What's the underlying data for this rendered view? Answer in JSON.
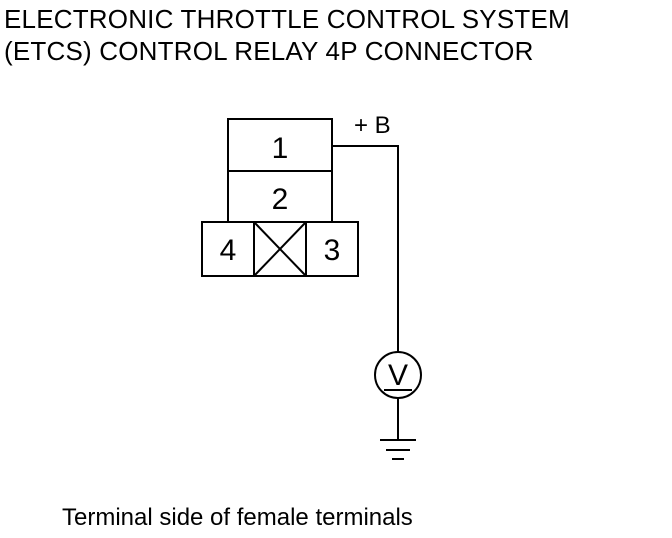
{
  "title": {
    "line1": "ELECTRONIC THROTTLE CONTROL SYSTEM",
    "line2": "(ETCS) CONTROL RELAY 4P CONNECTOR"
  },
  "connector": {
    "terminals": {
      "t1": "1",
      "t2": "2",
      "t3": "3",
      "t4": "4"
    }
  },
  "wire_label": "+ B",
  "meter_symbol": "V",
  "caption": "Terminal side of female terminals"
}
